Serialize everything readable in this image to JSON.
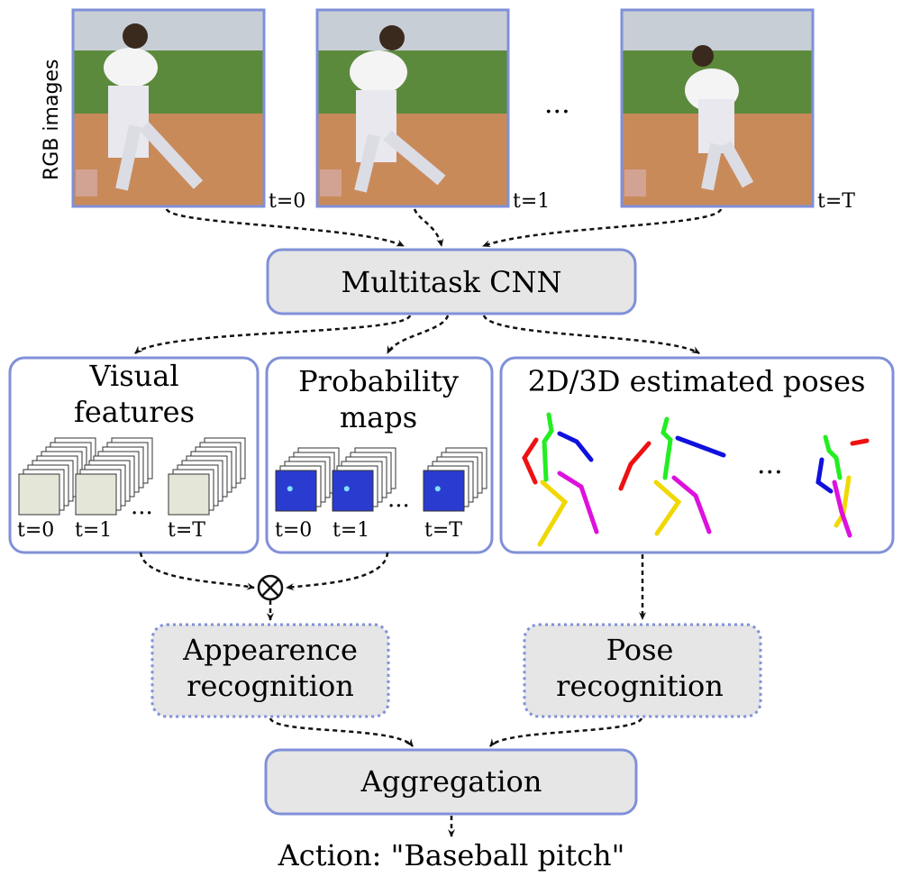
{
  "input": {
    "side_label": "RGB images",
    "frames": [
      {
        "label": "t=0"
      },
      {
        "label": "t=1"
      },
      {
        "label": "t=T"
      }
    ],
    "ellipsis": "..."
  },
  "cnn": {
    "label": "Multitask CNN"
  },
  "visual_features": {
    "title_line1": "Visual",
    "title_line2": "features",
    "labels": [
      "t=0",
      "t=1",
      "t=T"
    ],
    "ellipsis": "..."
  },
  "probability_maps": {
    "title_line1": "Probability",
    "title_line2": "maps",
    "labels": [
      "t=0",
      "t=1",
      "t=T"
    ],
    "ellipsis": "..."
  },
  "poses": {
    "title": "2D/3D estimated poses",
    "ellipsis": "...",
    "colors": {
      "red": "#ee1111",
      "blue": "#1111dd",
      "green": "#22ee22",
      "yellow": "#f0d800",
      "magenta": "#dd11dd"
    }
  },
  "multiply_symbol": "⊗",
  "appearance": {
    "line1": "Appearence",
    "line2": "recognition"
  },
  "pose_recognition": {
    "line1": "Pose",
    "line2": "recognition"
  },
  "aggregation": {
    "label": "Aggregation"
  },
  "output": {
    "label": "Action: \"Baseball pitch\""
  },
  "colors": {
    "border": "#8090d8",
    "box_fill": "#e6e6e6",
    "feature_fill": "#e4e6d8",
    "map_fill": "#2a3bd0",
    "sky": "#d8dde6",
    "grass": "#5c8a3c",
    "dirt": "#c98a5a"
  }
}
